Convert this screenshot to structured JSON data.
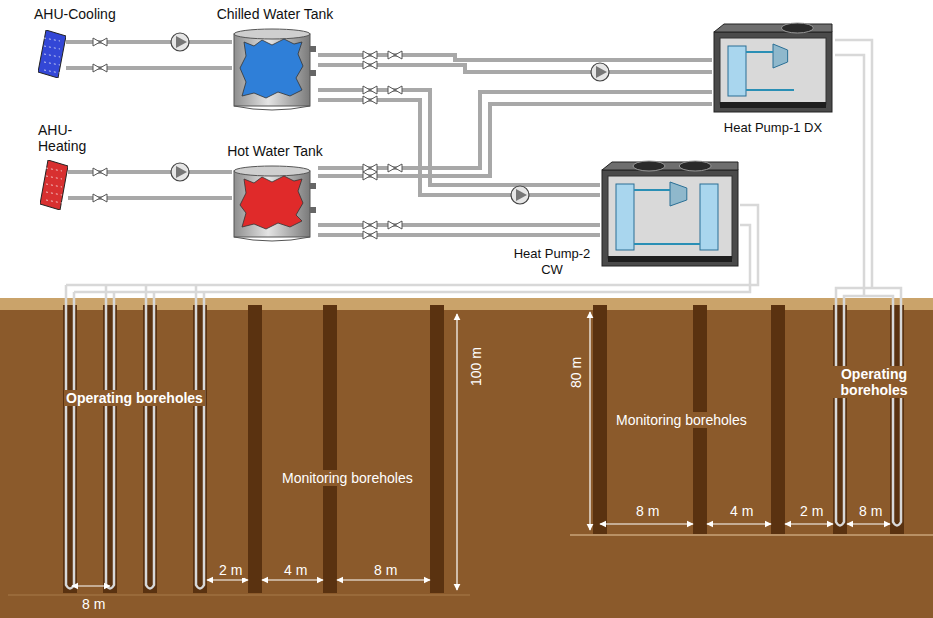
{
  "diagram": {
    "nodes": [
      {
        "text": [
          "AHU-Cooling"
        ]
      },
      {
        "text": [
          "Chilled Water Tank"
        ]
      },
      {
        "text": [
          "AHU- Heating"
        ]
      },
      {
        "text": [
          "Hot Water Tank"
        ]
      },
      {
        "text": [
          "Heat Pump-1 DX"
        ]
      },
      {
        "text": [
          "Heat Pump-2 CW"
        ]
      }
    ],
    "edges": [
      {
        "from": 0,
        "to": 1,
        "arrow": "none"
      },
      {
        "from": 2,
        "to": 3,
        "arrow": "none"
      },
      {
        "from": 1,
        "to": 4,
        "arrow": "none"
      },
      {
        "from": 1,
        "to": 5,
        "arrow": "none"
      },
      {
        "from": 3,
        "to": 5,
        "arrow": "none"
      },
      {
        "from": 3,
        "to": 4,
        "arrow": "none"
      }
    ],
    "labels": [
      "Operating boreholes",
      "Monitoring boreholes",
      "100 m",
      "8 m",
      "2 m",
      "4 m",
      "8 m",
      "80 m",
      "Monitoring boreholes",
      "8 m",
      "4 m",
      "2 m",
      "8 m",
      "Operating boreholes"
    ]
  }
}
